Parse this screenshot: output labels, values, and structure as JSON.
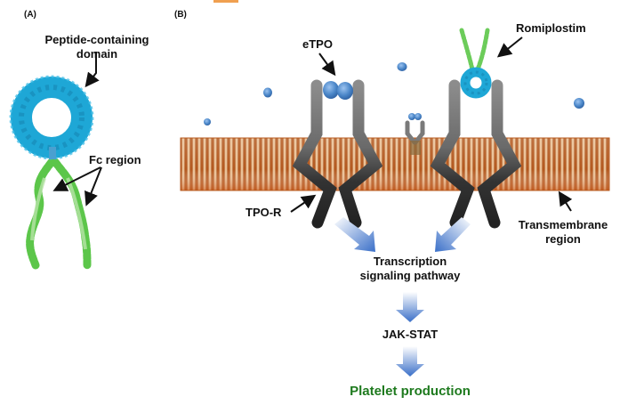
{
  "panels": {
    "a": {
      "label": "(A)",
      "labels": {
        "peptide_domain": [
          "Peptide-containing",
          "domain"
        ],
        "fc_region": "Fc region"
      }
    },
    "b": {
      "label": "(B)",
      "labels": {
        "etpo": "eTPO",
        "romiplostim": "Romiplostim",
        "tpo_r": "TPO-R",
        "transmembrane": [
          "Transmembrane",
          "region"
        ],
        "transcription": [
          "Transcription",
          "signaling pathway"
        ],
        "jak_stat": "JAK-STAT",
        "platelet_production": "Platelet production"
      }
    }
  },
  "colors": {
    "membrane_light": "#fde1b8",
    "membrane_dark": "#c8621e",
    "receptor_light": "#8a8a8a",
    "receptor_dark": "#2b2b2b",
    "peptide_blue": "#1ea7d6",
    "fc_green": "#66cc55",
    "tpo_blob": "#4a86c8",
    "arrow_blue": "#3a6fc8",
    "outcome_green": "#1e7a1e"
  }
}
